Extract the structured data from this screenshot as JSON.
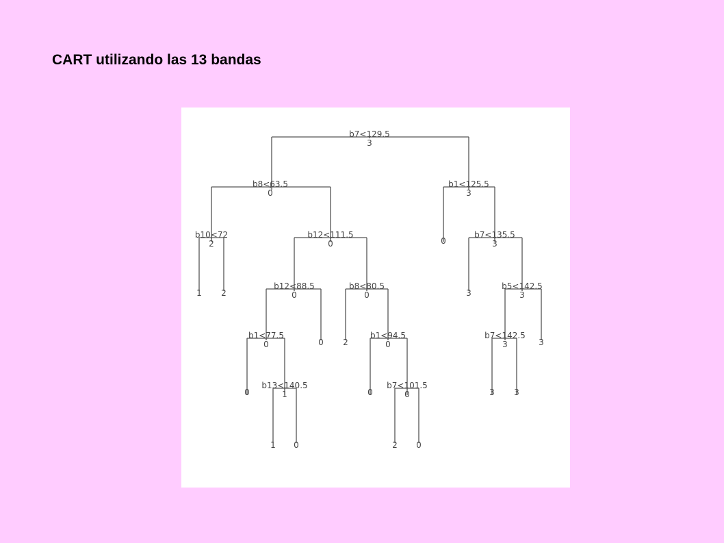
{
  "slide": {
    "title": "CART utilizando las 13 bandas"
  },
  "tree": {
    "nodes": [
      {
        "id": "root",
        "split": "b7<129.5",
        "class": "3"
      },
      {
        "id": "n_b8_63",
        "split": "b8<63.5",
        "class": "0"
      },
      {
        "id": "n_b1_125",
        "split": "b1<125.5",
        "class": "3"
      },
      {
        "id": "n_b10_72",
        "split": "b10<72",
        "class": "2"
      },
      {
        "id": "n_b12_111",
        "split": "b12<111.5",
        "class": "0"
      },
      {
        "id": "leaf_a",
        "class": "0"
      },
      {
        "id": "n_b7_135",
        "split": "b7<135.5",
        "class": "3"
      },
      {
        "id": "leaf_b",
        "class": "1"
      },
      {
        "id": "leaf_c",
        "class": "2"
      },
      {
        "id": "n_b12_88",
        "split": "b12<88.5",
        "class": "0"
      },
      {
        "id": "n_b8_80",
        "split": "b8<80.5",
        "class": "0"
      },
      {
        "id": "leaf_d",
        "class": "3"
      },
      {
        "id": "n_b5_142",
        "split": "b5<142.5",
        "class": "3"
      },
      {
        "id": "n_b1_77",
        "split": "b1<77.5",
        "class": "0"
      },
      {
        "id": "leaf_e",
        "class": "0"
      },
      {
        "id": "leaf_f",
        "class": "2"
      },
      {
        "id": "n_b1_94",
        "split": "b1<94.5",
        "class": "0"
      },
      {
        "id": "n_b7_142",
        "split": "b7<142.5",
        "class": "3"
      },
      {
        "id": "leaf_g",
        "class": "3"
      },
      {
        "id": "leaf_h",
        "class": "0"
      },
      {
        "id": "n_b13_140",
        "split": "b13<140.5",
        "class": "1"
      },
      {
        "id": "leaf_i",
        "class": "0"
      },
      {
        "id": "n_b7_101",
        "split": "b7<101.5",
        "class": "0"
      },
      {
        "id": "leaf_j",
        "class": "3"
      },
      {
        "id": "leaf_k",
        "class": "3"
      },
      {
        "id": "leaf_l",
        "class": "1"
      },
      {
        "id": "leaf_m",
        "class": "0"
      },
      {
        "id": "leaf_n",
        "class": "2"
      },
      {
        "id": "leaf_o",
        "class": "0"
      }
    ]
  }
}
